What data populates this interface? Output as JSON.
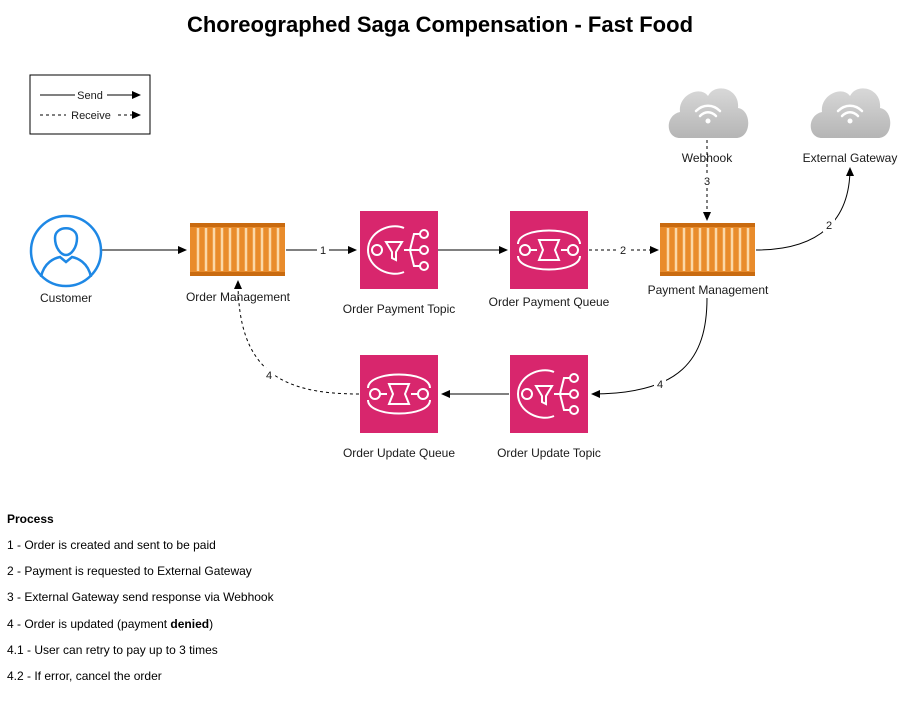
{
  "title": "Choreographed Saga Compensation - Fast Food",
  "legend": {
    "send": "Send",
    "receive": "Receive"
  },
  "nodes": {
    "customer": "Customer",
    "order_management": "Order Management",
    "order_payment_topic": "Order Payment Topic",
    "order_payment_queue": "Order Payment Queue",
    "payment_management": "Payment Management",
    "webhook": "Webhook",
    "external_gateway": "External Gateway",
    "order_update_topic": "Order Update Topic",
    "order_update_queue": "Order Update Queue"
  },
  "edges": {
    "om_to_topic": "1",
    "queue_to_pm": "2",
    "pm_to_gateway": "2",
    "webhook_to_pm": "3",
    "pm_to_update_topic": "4",
    "update_queue_to_om": "4"
  },
  "process": {
    "title": "Process",
    "items": [
      {
        "text": "1 - Order is created and sent to be paid"
      },
      {
        "text": "2 - Payment is requested to External Gateway"
      },
      {
        "text": "3 - External Gateway send response via Webhook"
      },
      {
        "pre": "4 - Order is updated (payment ",
        "bold": "denied",
        "post": ")"
      },
      {
        "text": "4.1 - User can retry to pay up to 3 times"
      },
      {
        "text": "4.2 - If error, cancel the order"
      }
    ]
  }
}
